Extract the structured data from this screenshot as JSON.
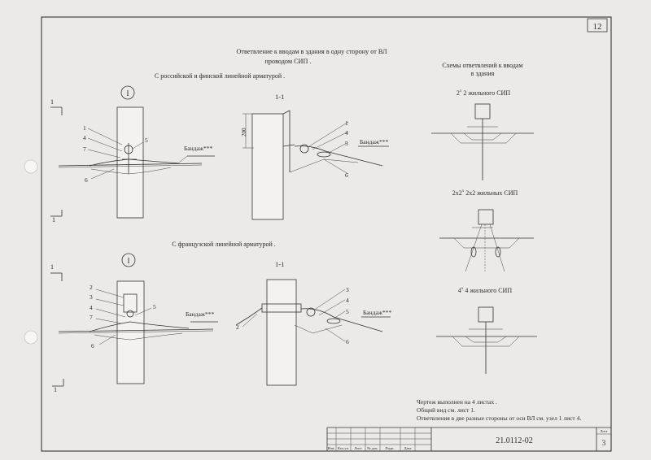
{
  "sheet_number": "12",
  "title_line1": "Ответвление к вводам в здания в одну сторону от ВЛ",
  "title_line2": "проводом СИП .",
  "section1_caption": "С российской и финской линейной арматурой .",
  "section2_caption": "С французской линейной арматурой .",
  "view_label": "1-1",
  "cut_marker": "1",
  "callout_circle": "I",
  "bandage_label": "Бандаж***",
  "dimension_200": "200",
  "labels_view1_front": [
    "1",
    "4",
    "7",
    "5",
    "6"
  ],
  "labels_view1_side": [
    "1",
    "4",
    "5",
    "6"
  ],
  "labels_view2_front": [
    "2",
    "3",
    "4",
    "7",
    "5",
    "6"
  ],
  "labels_view2_side": [
    "2",
    "3",
    "4",
    "5",
    "6"
  ],
  "schemes_title_line1": "Схемы ответвлений к вводам",
  "schemes_title_line2": "в здания",
  "scheme1_label": "2 жильного СИП",
  "scheme2_label": "2х2 жильных СИП",
  "scheme3_label": "4 жильного СИП",
  "scheme_superscript": "х",
  "note1": "Чертеж выполнен на 4 листах .",
  "note2": "Общий вид см. лист 1.",
  "note3": "Ответвления в две разные стороны от оси ВЛ см. узел 1 лист 4.",
  "doc_code": "21.0112-02",
  "stamp_sheet_label": "Лист",
  "stamp_sheet_number": "3",
  "stamp_columns": [
    "Изм.",
    "Кол.уч.",
    "Лист",
    "№ док.",
    "Подп.",
    "Дата"
  ]
}
